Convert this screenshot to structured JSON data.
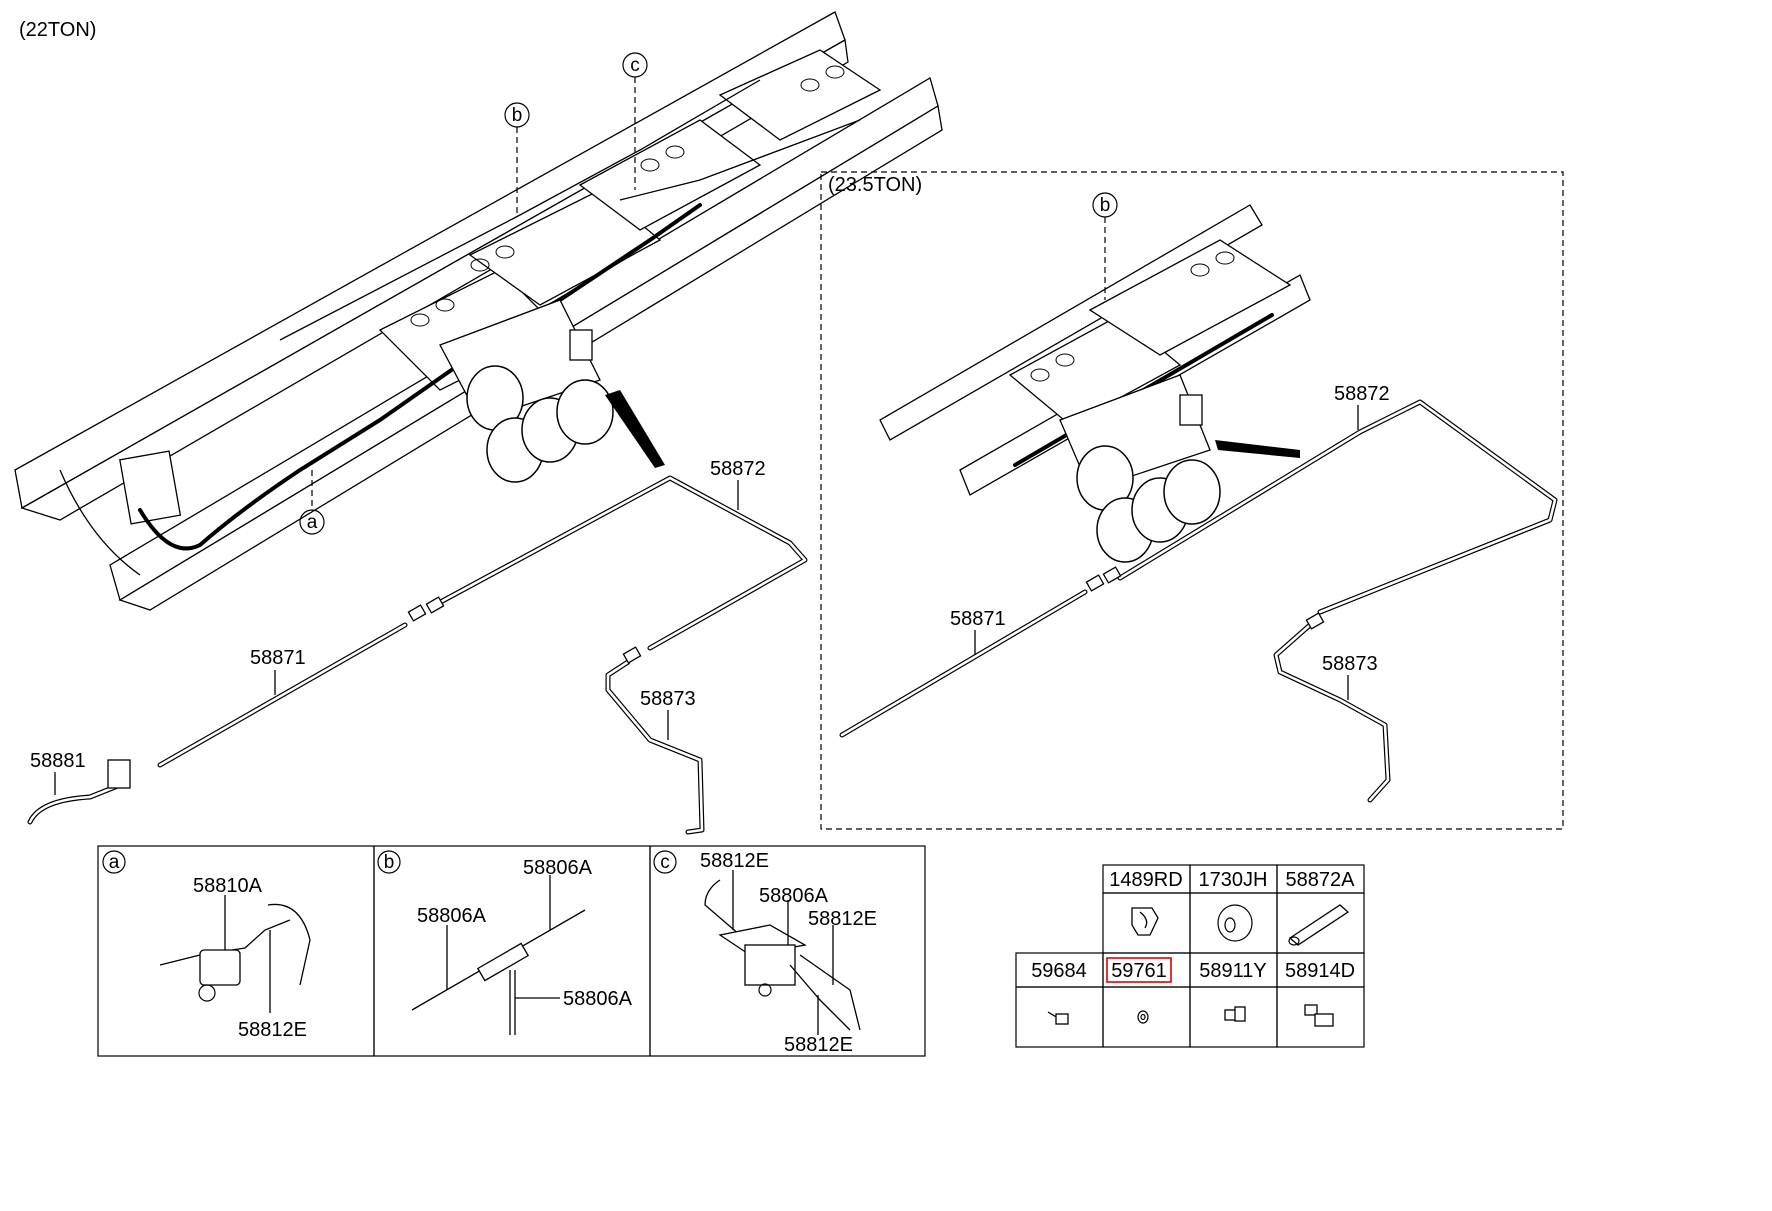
{
  "variants": {
    "left": "(22TON)",
    "right": "(23.5TON)"
  },
  "callouts": {
    "a": "a",
    "b": "b",
    "c": "c"
  },
  "left_parts": {
    "p58872": "58872",
    "p58871": "58871",
    "p58873": "58873",
    "p58881": "58881"
  },
  "right_parts": {
    "p58872": "58872",
    "p58871": "58871",
    "p58873": "58873"
  },
  "details": {
    "a": {
      "tag": "a",
      "labels": [
        "58810A",
        "58812E"
      ]
    },
    "b": {
      "tag": "b",
      "labels": [
        "58806A",
        "58806A",
        "58806A"
      ]
    },
    "c": {
      "tag": "c",
      "labels": [
        "58812E",
        "58806A",
        "58812E",
        "58812E"
      ]
    }
  },
  "parts_table": {
    "row1": [
      "1489RD",
      "1730JH",
      "58872A"
    ],
    "row2": [
      "59684",
      "59761",
      "58911Y",
      "58914D"
    ],
    "highlighted": "59761"
  },
  "colors": {
    "highlight": "#e00000",
    "line": "#000000"
  }
}
